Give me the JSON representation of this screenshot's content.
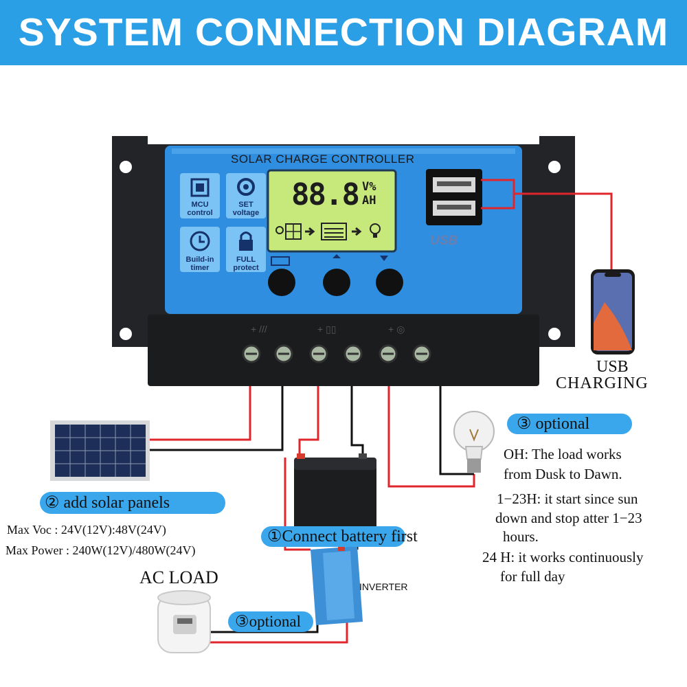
{
  "banner": {
    "title": "SYSTEM CONNECTION DIAGRAM"
  },
  "controller": {
    "title": "SOLAR CHARGE CONTROLLER",
    "lcd_digits": "88.8",
    "lcd_unit_top": "V%",
    "lcd_unit_bottom": "AH",
    "features": [
      {
        "label_line1": "MCU",
        "label_line2": "control"
      },
      {
        "label_line1": "SET",
        "label_line2": "voltage"
      },
      {
        "label_line1": "Build-in",
        "label_line2": "timer"
      },
      {
        "label_line1": "FULL",
        "label_line2": "protect"
      }
    ],
    "usb_logo": "USB"
  },
  "usb_charging": {
    "line1": "USB",
    "line2": "CHARGING"
  },
  "load_section": {
    "optional_label": "③ optional",
    "lines": [
      "OH: The load works",
      "from Dusk to Dawn.",
      "1−23H: it start since sun",
      "down and stop atter 1−23",
      "hours.",
      "24 H: it works continuously",
      "for full day"
    ]
  },
  "solar_section": {
    "add_label": "② add solar panels",
    "max_voc": "Max Voc : 24V(12V):48V(24V)",
    "max_power": "Max Power : 240W(12V)/480W(24V)"
  },
  "battery_section": {
    "label": "①Connect battery first"
  },
  "inverter_section": {
    "label": "INVERTER"
  },
  "ac_section": {
    "label": "AC LOAD",
    "optional_label": "③optional"
  },
  "colors": {
    "banner": "#2b9fe6",
    "panel_blue": "#2f8ee0",
    "lcd_green": "#c7e87a",
    "wire_red": "#e0262b",
    "wire_black": "#111111"
  }
}
